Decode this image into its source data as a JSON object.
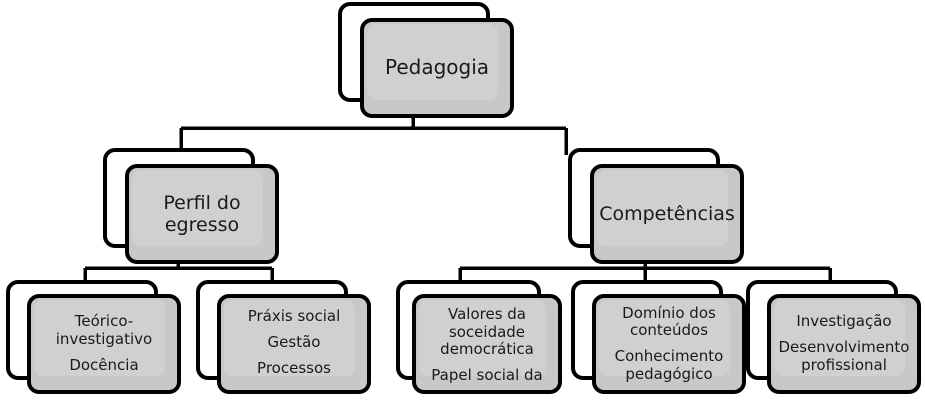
{
  "diagram": {
    "type": "hierarchy-tree",
    "title": "Pedagogia",
    "orientation": "top-down",
    "levels": 3,
    "colors": {
      "node_fill": "#c8c8c8",
      "node_inner_fill": "#d0d0d0",
      "node_border": "#000000",
      "connector": "#000000",
      "text": "#1a1a1a",
      "background": "#ffffff"
    }
  },
  "nodes": {
    "root": {
      "id": "pedagogia",
      "lines": [
        "Pedagogia"
      ],
      "level": "root"
    },
    "mid": [
      {
        "id": "perfil-do-egresso",
        "lines": [
          "Perfil do",
          "egresso"
        ],
        "level": "mid"
      },
      {
        "id": "competencias",
        "lines": [
          "Competências"
        ],
        "level": "mid"
      }
    ],
    "leaves": [
      {
        "id": "teorico-investigativo",
        "parent": "perfil-do-egresso",
        "lines": [
          "Teórico-",
          "investigativo"
        ],
        "lines_spaced": [
          "Docência"
        ],
        "level": "leaf"
      },
      {
        "id": "praxis-social",
        "parent": "perfil-do-egresso",
        "lines": [
          "Práxis social"
        ],
        "lines_spaced": [
          "Gestão",
          "Processos"
        ],
        "level": "leaf"
      },
      {
        "id": "valores-sociedade-democratica",
        "parent": "competencias",
        "lines": [
          "Valores da",
          "soceidade",
          "democrática"
        ],
        "lines_spaced": [
          "Papel social da"
        ],
        "level": "leaf"
      },
      {
        "id": "dominio-dos-conteudos",
        "parent": "competencias",
        "lines": [
          "Domínio dos",
          "conteúdos"
        ],
        "lines_spaced": [
          "Conhecimento",
          "pedagógico"
        ],
        "level": "leaf"
      },
      {
        "id": "investigacao",
        "parent": "competencias",
        "lines": [
          "Investigação"
        ],
        "lines_spaced": [
          "Desenvolvimento",
          "profissional"
        ],
        "level": "leaf"
      }
    ]
  }
}
